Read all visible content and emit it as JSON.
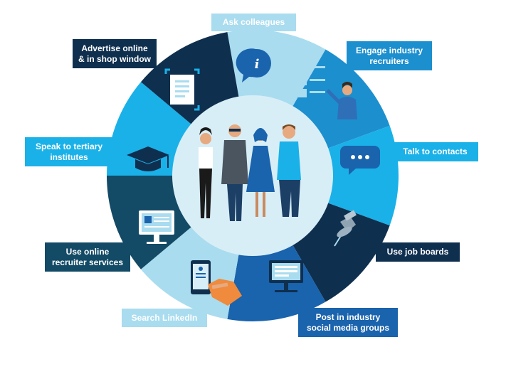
{
  "diagram": {
    "segments": [
      {
        "id": "ask-colleagues",
        "lines": [
          "Ask colleagues"
        ],
        "color": "#a9dcef",
        "text_color": "#ffffff"
      },
      {
        "id": "engage-industry-recruiters",
        "lines": [
          "Engage industry",
          "recruiters"
        ],
        "color": "#1c8fcf",
        "text_color": "#ffffff"
      },
      {
        "id": "talk-to-contacts",
        "lines": [
          "Talk to contacts"
        ],
        "color": "#1ab1e8",
        "text_color": "#ffffff"
      },
      {
        "id": "use-job-boards",
        "lines": [
          "Use job boards"
        ],
        "color": "#0f2f4f",
        "text_color": "#ffffff"
      },
      {
        "id": "post-in-industry-social-media-groups",
        "lines": [
          "Post in industry",
          "social media groups"
        ],
        "color": "#1a63ad",
        "text_color": "#ffffff"
      },
      {
        "id": "search-linkedin",
        "lines": [
          "Search LinkedIn"
        ],
        "color": "#a9dcef",
        "text_color": "#ffffff"
      },
      {
        "id": "use-online-recruiter-services",
        "lines": [
          "Use online",
          "recruiter services"
        ],
        "color": "#134a66",
        "text_color": "#ffffff"
      },
      {
        "id": "speak-to-tertiary-institutes",
        "lines": [
          "Speak to tertiary",
          "institutes"
        ],
        "color": "#1ab1e8",
        "text_color": "#ffffff"
      },
      {
        "id": "advertise-online-in-shop-window",
        "lines": [
          "Advertise online",
          "& in shop window"
        ],
        "color": "#0f2f4f",
        "text_color": "#ffffff"
      }
    ],
    "center_color": "#d8eef7"
  }
}
